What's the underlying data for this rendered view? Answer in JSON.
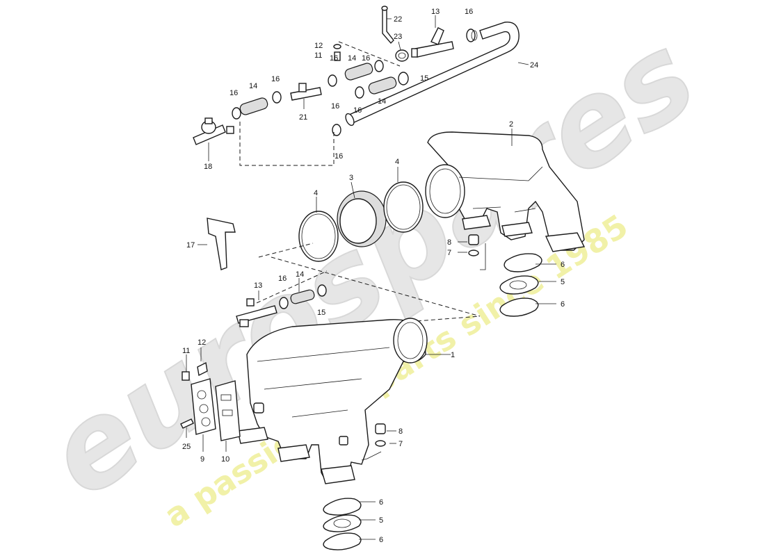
{
  "watermark": {
    "brand_text": "eurospares",
    "tagline": "a passion for parts since 1985",
    "brand_color": "#e6e6e6",
    "tagline_color": "#f1f1a8"
  },
  "callouts": [
    {
      "id": "c1",
      "label": "1"
    },
    {
      "id": "c2",
      "label": "2"
    },
    {
      "id": "c3",
      "label": "3"
    },
    {
      "id": "c4a",
      "label": "4"
    },
    {
      "id": "c4b",
      "label": "4"
    },
    {
      "id": "c5a",
      "label": "5"
    },
    {
      "id": "c5b",
      "label": "5"
    },
    {
      "id": "c6a",
      "label": "6"
    },
    {
      "id": "c6b",
      "label": "6"
    },
    {
      "id": "c6c",
      "label": "6"
    },
    {
      "id": "c6d",
      "label": "6"
    },
    {
      "id": "c7a",
      "label": "7"
    },
    {
      "id": "c7b",
      "label": "7"
    },
    {
      "id": "c8a",
      "label": "8"
    },
    {
      "id": "c8b",
      "label": "8"
    },
    {
      "id": "c9",
      "label": "9"
    },
    {
      "id": "c10",
      "label": "10"
    },
    {
      "id": "c11a",
      "label": "11"
    },
    {
      "id": "c11b",
      "label": "11"
    },
    {
      "id": "c12a",
      "label": "12"
    },
    {
      "id": "c12b",
      "label": "12"
    },
    {
      "id": "c13a",
      "label": "13"
    },
    {
      "id": "c13b",
      "label": "13"
    },
    {
      "id": "c14a",
      "label": "14"
    },
    {
      "id": "c14b",
      "label": "14"
    },
    {
      "id": "c14c",
      "label": "14"
    },
    {
      "id": "c14d",
      "label": "14"
    },
    {
      "id": "c15a",
      "label": "15"
    },
    {
      "id": "c15b",
      "label": "15"
    },
    {
      "id": "c16a",
      "label": "16"
    },
    {
      "id": "c16b",
      "label": "16"
    },
    {
      "id": "c16c",
      "label": "16"
    },
    {
      "id": "c16d",
      "label": "16"
    },
    {
      "id": "c16e",
      "label": "16"
    },
    {
      "id": "c16f",
      "label": "16"
    },
    {
      "id": "c16g",
      "label": "16"
    },
    {
      "id": "c16h",
      "label": "16"
    },
    {
      "id": "c17",
      "label": "17"
    },
    {
      "id": "c18",
      "label": "18"
    },
    {
      "id": "c21",
      "label": "21"
    },
    {
      "id": "c22",
      "label": "22"
    },
    {
      "id": "c23",
      "label": "23"
    },
    {
      "id": "c24",
      "label": "24"
    },
    {
      "id": "c25",
      "label": "25"
    }
  ]
}
